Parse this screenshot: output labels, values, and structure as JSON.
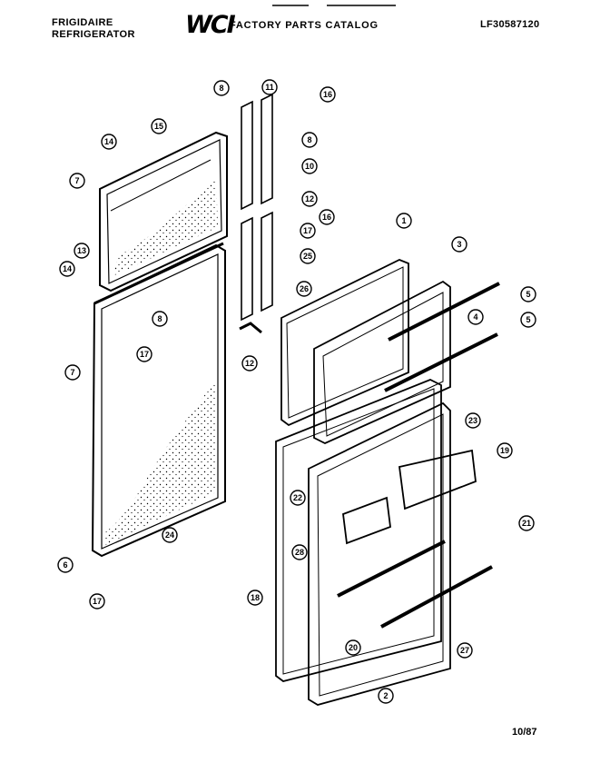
{
  "header": {
    "brand_line1": "FRIGIDAIRE",
    "brand_line2": "REFRIGERATOR",
    "logo": "WCI",
    "catalog_title": "FACTORY PARTS CATALOG",
    "model_number": "LF30587120"
  },
  "footer": {
    "date": "10/87"
  },
  "callouts": [
    "8",
    "11",
    "16",
    "14",
    "15",
    "8",
    "10",
    "7",
    "12",
    "16",
    "17",
    "13",
    "25",
    "14",
    "26",
    "1",
    "3",
    "5",
    "8",
    "4",
    "17",
    "12",
    "5",
    "7",
    "23",
    "19",
    "22",
    "21",
    "28",
    "24",
    "6",
    "18",
    "17",
    "20",
    "27",
    "2"
  ]
}
